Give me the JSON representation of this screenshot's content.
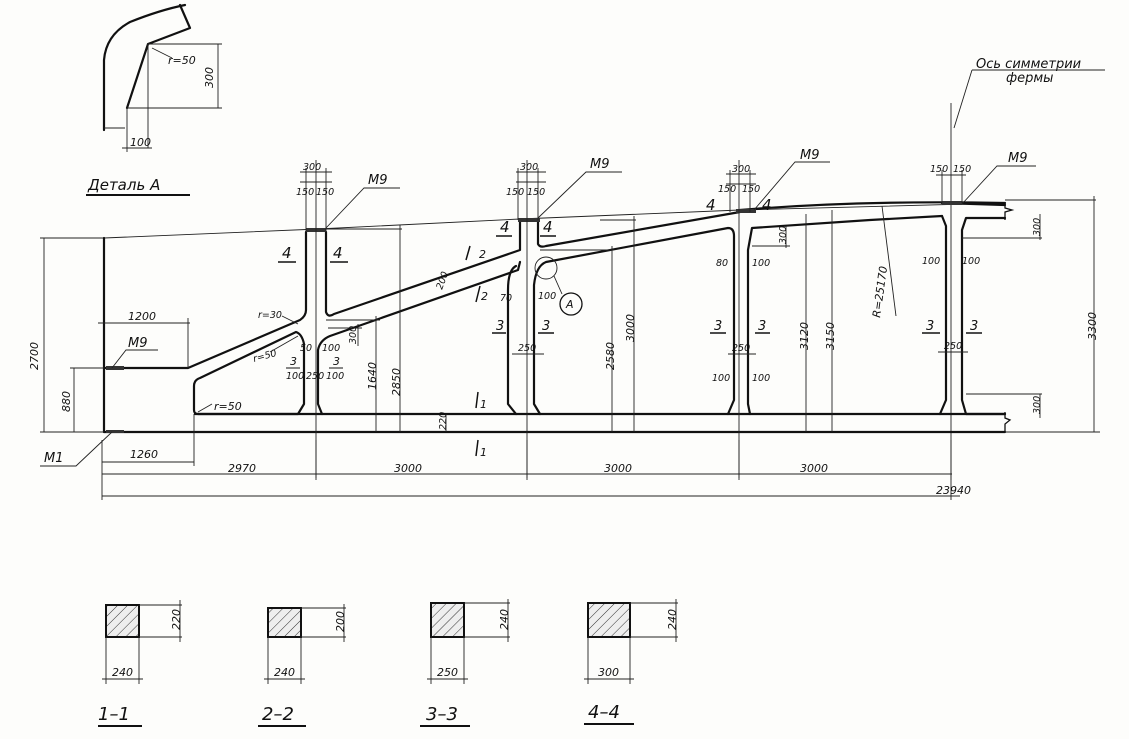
{
  "title_detail": "Деталь А",
  "symmetry_axis": {
    "line1": "Ось симметрии",
    "line2": "фермы"
  },
  "detail_a": {
    "radius": "r=50",
    "height": "300",
    "width": "100"
  },
  "markers": {
    "m9": "M9",
    "m1": "M1",
    "circle_a": "A"
  },
  "left_end": {
    "height_total": "2700",
    "height_low": "880",
    "top_len": "1200",
    "bottom_len": "1260"
  },
  "panels": [
    {
      "top_width": "300",
      "half_left": "150",
      "half_right": "150"
    },
    {
      "top_width": "300",
      "half_left": "150",
      "half_right": "150"
    },
    {
      "top_width": "300",
      "half_left": "150",
      "half_right": "150"
    },
    {
      "half_left": "150",
      "half_right": "150"
    }
  ],
  "radii": {
    "r30": "r=30",
    "r50a": "r=50",
    "r50b": "r=50",
    "big_radius": "R=25170"
  },
  "post1": {
    "d50": "50",
    "d100a": "100",
    "d100b": "100",
    "d100c": "100",
    "d250": "250",
    "d300": "300",
    "h1640": "1640",
    "h2850": "2850",
    "label3a": "3",
    "label3b": "3"
  },
  "post2": {
    "d70": "70",
    "d100": "100",
    "d250": "250",
    "d220": "220",
    "d200": "200",
    "h2580": "2580",
    "h3000": "3000"
  },
  "post3": {
    "d80": "80",
    "d100a": "100",
    "d250": "250",
    "d100b": "100",
    "d100c": "100",
    "d300": "300",
    "h3120": "3120",
    "h3150": "3150"
  },
  "post4": {
    "d100a": "100",
    "d100b": "100",
    "d250": "250",
    "d300a": "300",
    "d300b": "300",
    "h3300": "3300"
  },
  "section_marks": {
    "s1": "1",
    "s2": "2",
    "s3": "3",
    "s4": "4"
  },
  "bottom_dims": {
    "d2970": "2970",
    "d3000a": "3000",
    "d3000b": "3000",
    "d3000c": "3000",
    "total": "23940"
  },
  "sections": [
    {
      "label": "1–1",
      "width": "240",
      "height": "220"
    },
    {
      "label": "2–2",
      "width": "240",
      "height": "200"
    },
    {
      "label": "3–3",
      "width": "250",
      "height": "240"
    },
    {
      "label": "4–4",
      "width": "300",
      "height": "240"
    }
  ]
}
